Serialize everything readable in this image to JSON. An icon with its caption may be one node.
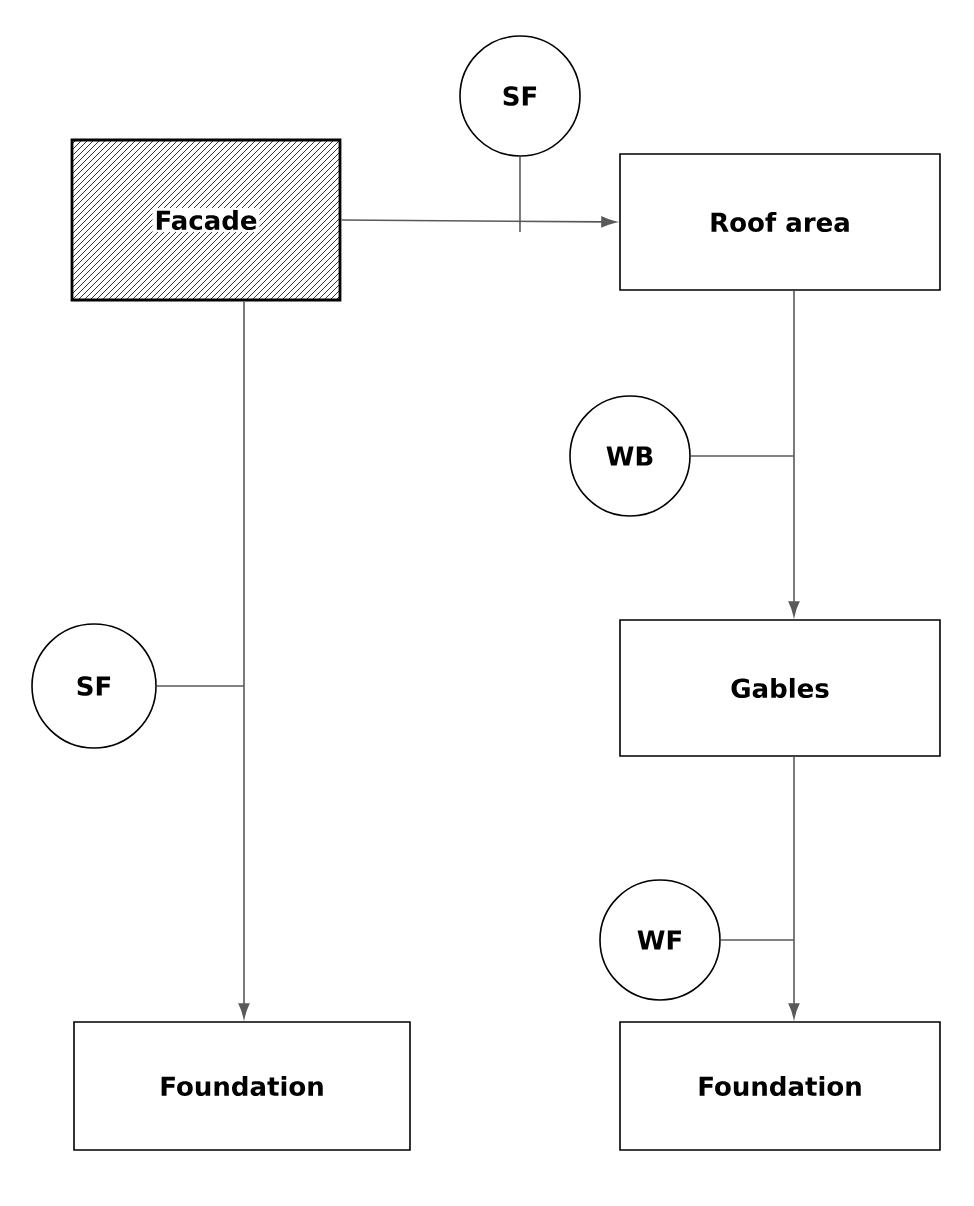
{
  "diagram": {
    "nodes": [
      {
        "text": [
          "Facade"
        ]
      },
      {
        "text": [
          "Roof area"
        ]
      },
      {
        "text": [
          "SF"
        ]
      },
      {
        "text": [
          "WB"
        ]
      },
      {
        "text": [
          "Gables"
        ]
      },
      {
        "text": [
          "SF"
        ]
      },
      {
        "text": [
          "WF"
        ]
      },
      {
        "text": [
          "Foundation"
        ]
      },
      {
        "text": [
          "Foundation"
        ]
      }
    ],
    "edges": [
      {
        "from": 0,
        "to": 1,
        "arrow": "to"
      },
      {
        "from": 2,
        "to": null,
        "arrow": "none"
      },
      {
        "from": 1,
        "to": 4,
        "arrow": "to"
      },
      {
        "from": 3,
        "to": null,
        "arrow": "none"
      },
      {
        "from": 0,
        "to": 7,
        "arrow": "to"
      },
      {
        "from": 5,
        "to": null,
        "arrow": "none"
      },
      {
        "from": 4,
        "to": 8,
        "arrow": "to"
      },
      {
        "from": 6,
        "to": null,
        "arrow": "none"
      }
    ]
  }
}
